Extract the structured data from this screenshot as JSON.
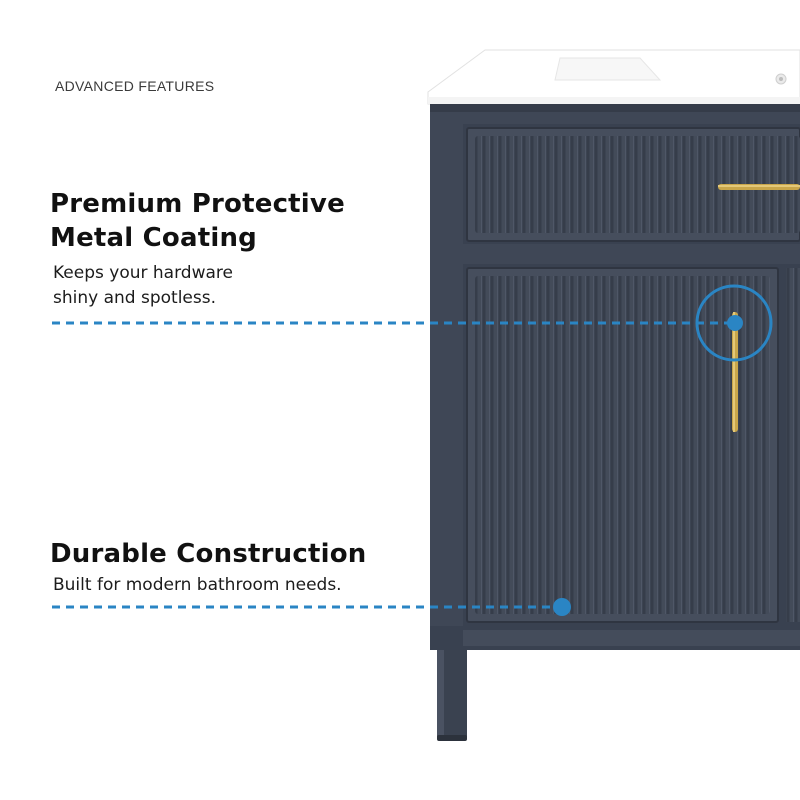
{
  "section_label": "ADVANCED FEATURES",
  "features": [
    {
      "title": "Premium Protective\nMetal Coating",
      "description": "Keeps your hardware\nshiny and spotless."
    },
    {
      "title": "Durable Construction",
      "description": "Built for modern bathroom needs."
    }
  ],
  "colors": {
    "callout_blue": "#2a85c4",
    "cabinet_navy": "#3f4756",
    "hardware_gold": "#c9a64a",
    "countertop_white": "#ffffff"
  }
}
